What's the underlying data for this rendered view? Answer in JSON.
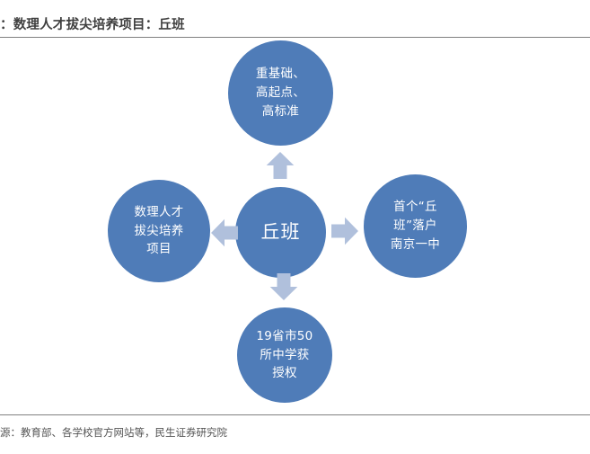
{
  "header": {
    "title": "：数理人才拔尖培养项目：丘班",
    "rule_color": "#808080"
  },
  "footer": {
    "source": "源：教育部、各学校官方网站等，民生证券研究院"
  },
  "theme": {
    "node_fill": "#4F7CB8",
    "node_text": "#FFFFFF",
    "arrow_fill": "#B0C0DC",
    "title_text": "#3F3F3F",
    "source_text": "#555555",
    "background": "#FFFFFF"
  },
  "diagram": {
    "type": "hub-and-spoke",
    "center": {
      "id": "center",
      "label": "丘班"
    },
    "nodes": [
      {
        "id": "top",
        "label": "重基础、\n高起点、\n高标准",
        "position": "top"
      },
      {
        "id": "left",
        "label": "数理人才\n拔尖培养\n项目",
        "position": "left"
      },
      {
        "id": "right",
        "label": "首个“丘\n班”落户\n南京一中",
        "position": "right"
      },
      {
        "id": "bottom",
        "label": "19省市50\n所中学获\n授权",
        "position": "bottom"
      }
    ],
    "arrows": [
      {
        "id": "up",
        "direction": "up",
        "from": "center",
        "to": "top"
      },
      {
        "id": "left",
        "direction": "left",
        "from": "center",
        "to": "left"
      },
      {
        "id": "right",
        "direction": "right",
        "from": "center",
        "to": "right"
      },
      {
        "id": "down",
        "direction": "down",
        "from": "center",
        "to": "bottom"
      }
    ]
  }
}
